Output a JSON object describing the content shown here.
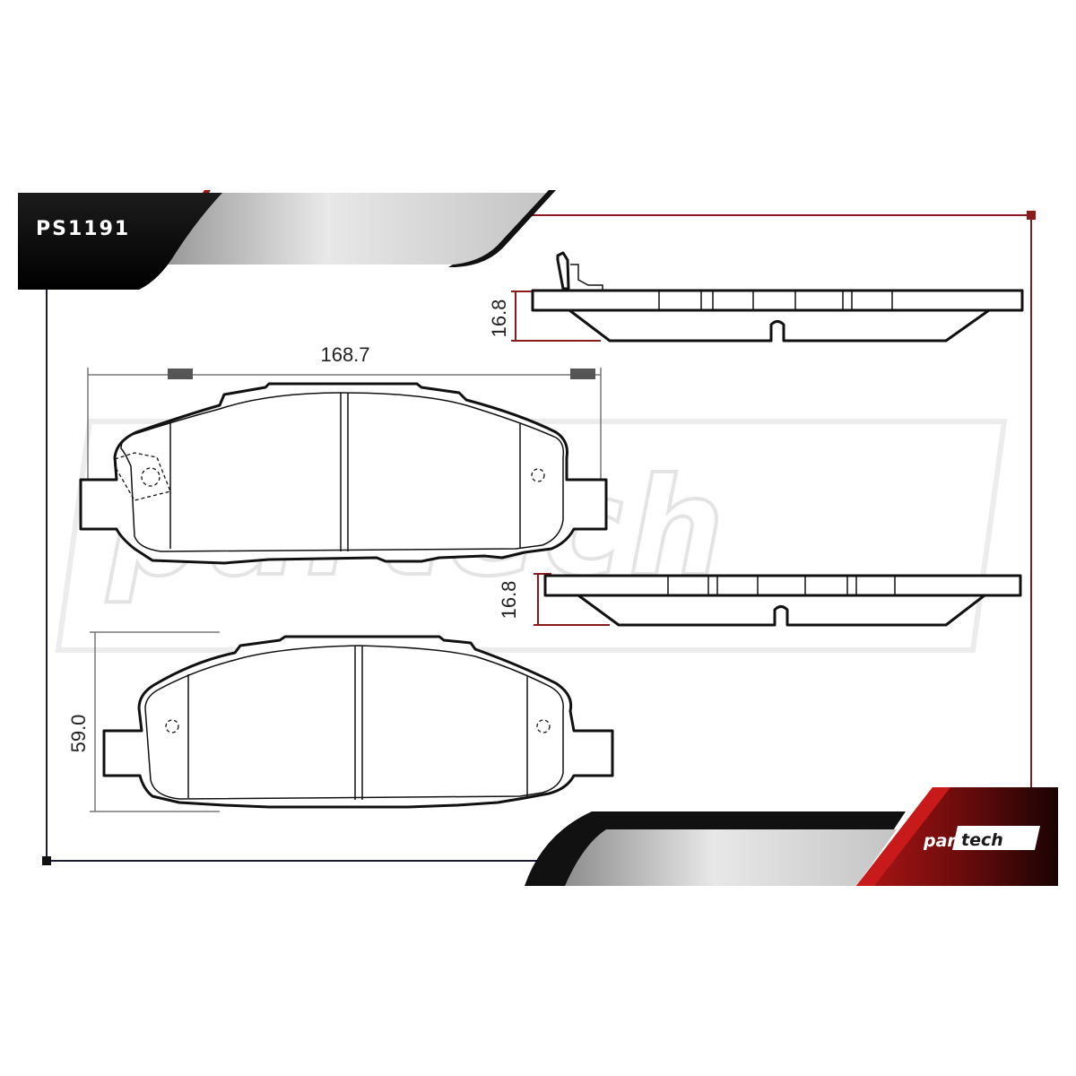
{
  "part_number": "PS1191",
  "brand": {
    "part1": "par",
    "part2": "tech",
    "watermark": "partech"
  },
  "dimensions": {
    "width": "168.7",
    "height": "59.0",
    "thickness_top": "16.8",
    "thickness_bottom": "16.8"
  },
  "colors": {
    "accent_red": "#8b1a1a",
    "dark": "#111111",
    "gray": "#cfcfcf"
  }
}
